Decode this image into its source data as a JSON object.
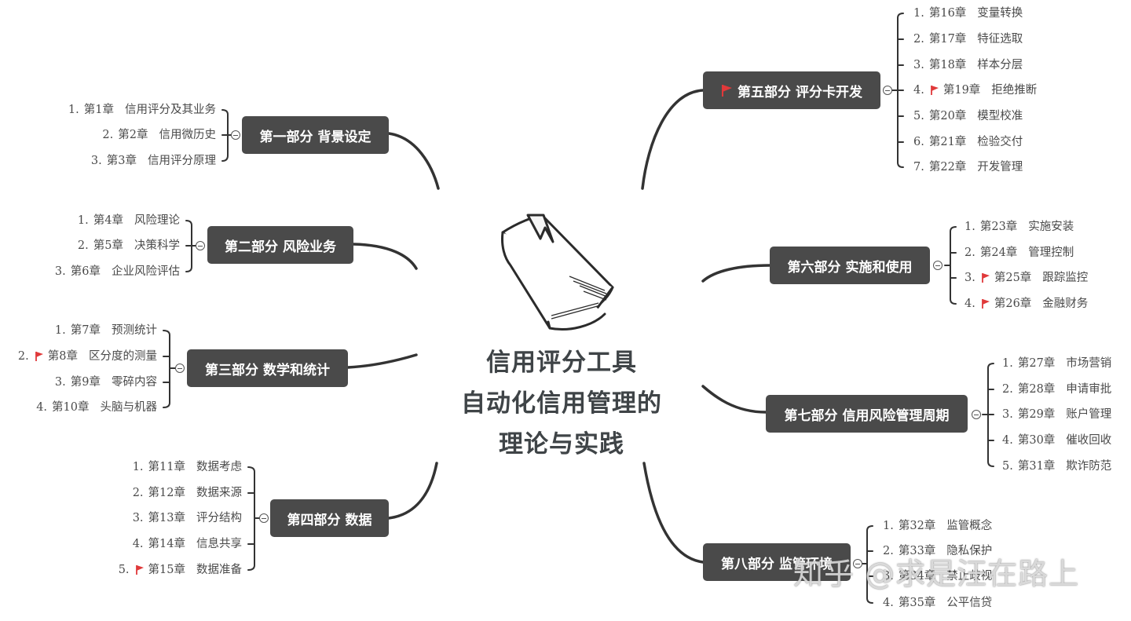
{
  "center": {
    "title_lines": [
      "信用评分工具",
      "自动化信用管理的",
      "理论与实践"
    ]
  },
  "parts": [
    {
      "label": "第一部分 背景设定",
      "flag": false,
      "chapters": [
        {
          "num": "1.",
          "label": "第1章",
          "title": "信用评分及其业务",
          "flag": false
        },
        {
          "num": "2.",
          "label": "第2章",
          "title": "信用微历史",
          "flag": false
        },
        {
          "num": "3.",
          "label": "第3章",
          "title": "信用评分原理",
          "flag": false
        }
      ]
    },
    {
      "label": "第二部分 风险业务",
      "flag": false,
      "chapters": [
        {
          "num": "1.",
          "label": "第4章",
          "title": "风险理论",
          "flag": false
        },
        {
          "num": "2.",
          "label": "第5章",
          "title": "决策科学",
          "flag": false
        },
        {
          "num": "3.",
          "label": "第6章",
          "title": "企业风险评估",
          "flag": false
        }
      ]
    },
    {
      "label": "第三部分 数学和统计",
      "flag": false,
      "chapters": [
        {
          "num": "1.",
          "label": "第7章",
          "title": "预测统计",
          "flag": false
        },
        {
          "num": "2.",
          "label": "第8章",
          "title": "区分度的测量",
          "flag": true
        },
        {
          "num": "3.",
          "label": "第9章",
          "title": "零碎内容",
          "flag": false
        },
        {
          "num": "4.",
          "label": "第10章",
          "title": "头脑与机器",
          "flag": false
        }
      ]
    },
    {
      "label": "第四部分 数据",
      "flag": false,
      "chapters": [
        {
          "num": "1.",
          "label": "第11章",
          "title": "数据考虑",
          "flag": false
        },
        {
          "num": "2.",
          "label": "第12章",
          "title": "数据来源",
          "flag": false
        },
        {
          "num": "3.",
          "label": "第13章",
          "title": "评分结构",
          "flag": false
        },
        {
          "num": "4.",
          "label": "第14章",
          "title": "信息共享",
          "flag": false
        },
        {
          "num": "5.",
          "label": "第15章",
          "title": "数据准备",
          "flag": true
        }
      ]
    },
    {
      "label": "第五部分 评分卡开发",
      "flag": true,
      "chapters": [
        {
          "num": "1.",
          "label": "第16章",
          "title": "变量转换",
          "flag": false
        },
        {
          "num": "2.",
          "label": "第17章",
          "title": "特征选取",
          "flag": false
        },
        {
          "num": "3.",
          "label": "第18章",
          "title": "样本分层",
          "flag": false
        },
        {
          "num": "4.",
          "label": "第19章",
          "title": "拒绝推断",
          "flag": true
        },
        {
          "num": "5.",
          "label": "第20章",
          "title": "模型校准",
          "flag": false
        },
        {
          "num": "6.",
          "label": "第21章",
          "title": "检验交付",
          "flag": false
        },
        {
          "num": "7.",
          "label": "第22章",
          "title": "开发管理",
          "flag": false
        }
      ]
    },
    {
      "label": "第六部分 实施和使用",
      "flag": false,
      "chapters": [
        {
          "num": "1.",
          "label": "第23章",
          "title": "实施安装",
          "flag": false
        },
        {
          "num": "2.",
          "label": "第24章",
          "title": "管理控制",
          "flag": false
        },
        {
          "num": "3.",
          "label": "第25章",
          "title": "跟踪监控",
          "flag": true
        },
        {
          "num": "4.",
          "label": "第26章",
          "title": "金融财务",
          "flag": true
        }
      ]
    },
    {
      "label": "第七部分 信用风险管理周期",
      "flag": false,
      "chapters": [
        {
          "num": "1.",
          "label": "第27章",
          "title": "市场营销",
          "flag": false
        },
        {
          "num": "2.",
          "label": "第28章",
          "title": "申请审批",
          "flag": false
        },
        {
          "num": "3.",
          "label": "第29章",
          "title": "账户管理",
          "flag": false
        },
        {
          "num": "4.",
          "label": "第30章",
          "title": "催收回收",
          "flag": false
        },
        {
          "num": "5.",
          "label": "第31章",
          "title": "欺诈防范",
          "flag": false
        }
      ]
    },
    {
      "label": "第八部分 监管环境",
      "flag": false,
      "chapters": [
        {
          "num": "1.",
          "label": "第32章",
          "title": "监管概念",
          "flag": false
        },
        {
          "num": "2.",
          "label": "第33章",
          "title": "隐私保护",
          "flag": false
        },
        {
          "num": "3.",
          "label": "第34章",
          "title": "禁止歧视",
          "flag": false
        },
        {
          "num": "4.",
          "label": "第35章",
          "title": "公平信贷",
          "flag": false
        }
      ]
    }
  ],
  "watermark": "知乎 @求是汪在路上",
  "colors": {
    "node_bg": "#4a4a4a",
    "node_text": "#ffffff",
    "line": "#333333",
    "flag": "#e0393a",
    "chapter_text": "#4a4a4a"
  }
}
